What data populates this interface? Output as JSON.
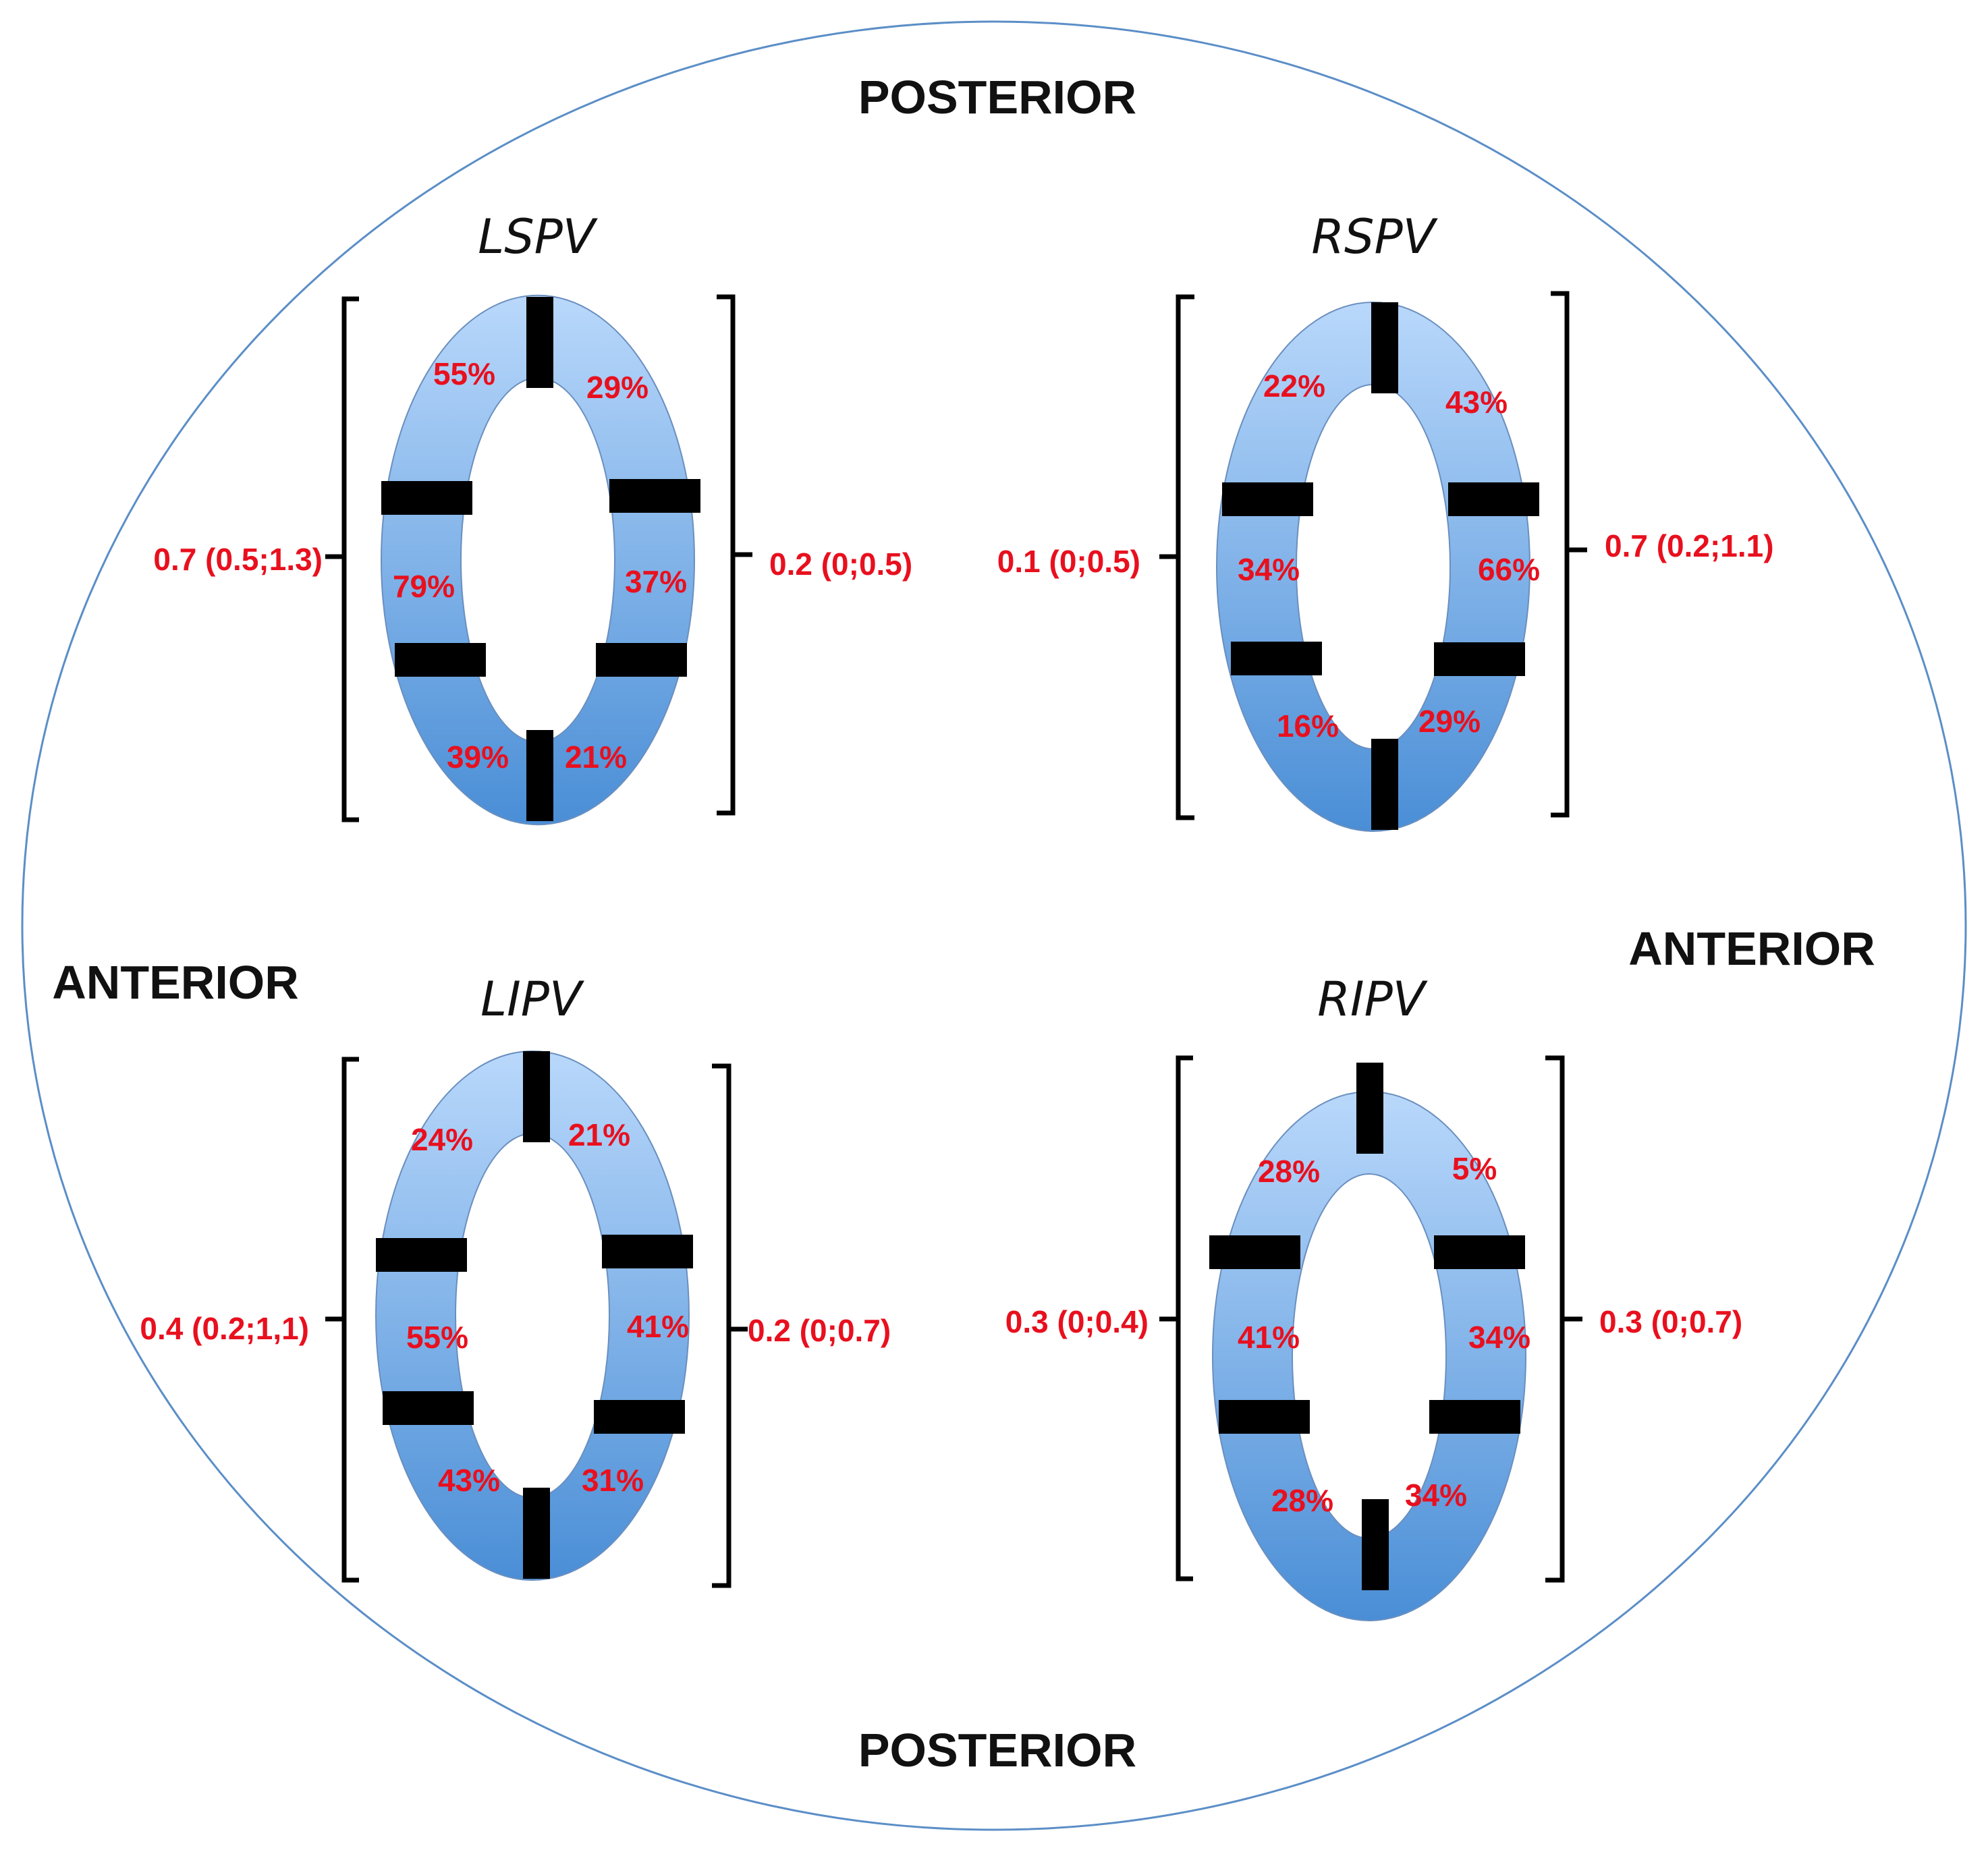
{
  "orientation": {
    "top": "POSTERIOR",
    "bottom": "POSTERIOR",
    "left": "ANTERIOR",
    "right": "ANTERIOR"
  },
  "colors": {
    "ring_light": "#b9d8fb",
    "ring_dark": "#4a8ed6",
    "text_red": "#e8101e",
    "outline_circle": "#5b8ec7",
    "marker": "#000000"
  },
  "veins": [
    {
      "name": "LSPV",
      "left_value": "0.7 (0.5;1.3)",
      "right_value": "0.2 (0;0.5)",
      "segments": {
        "top_left": "55%",
        "top_right": "29%",
        "mid_left": "79%",
        "mid_right": "37%",
        "bottom_left": "39%",
        "bottom_right": "21%"
      }
    },
    {
      "name": "RSPV",
      "left_value": "0.1 (0;0.5)",
      "right_value": "0.7 (0.2;1.1)",
      "segments": {
        "top_left": "22%",
        "top_right": "43%",
        "mid_left": "34%",
        "mid_right": "66%",
        "bottom_left": "16%",
        "bottom_right": "29%"
      }
    },
    {
      "name": "LIPV",
      "left_value": "0.4 (0.2;1,1)",
      "right_value": "0.2 (0;0.7)",
      "segments": {
        "top_left": "24%",
        "top_right": "21%",
        "mid_left": "55%",
        "mid_right": "41%",
        "bottom_left": "43%",
        "bottom_right": "31%"
      }
    },
    {
      "name": "RIPV",
      "left_value": "0.3 (0;0.4)",
      "right_value": "0.3 (0;0.7)",
      "segments": {
        "top_left": "28%",
        "top_right": "5%",
        "mid_left": "41%",
        "mid_right": "34%",
        "bottom_left": "28%",
        "bottom_right": "34%"
      }
    }
  ]
}
